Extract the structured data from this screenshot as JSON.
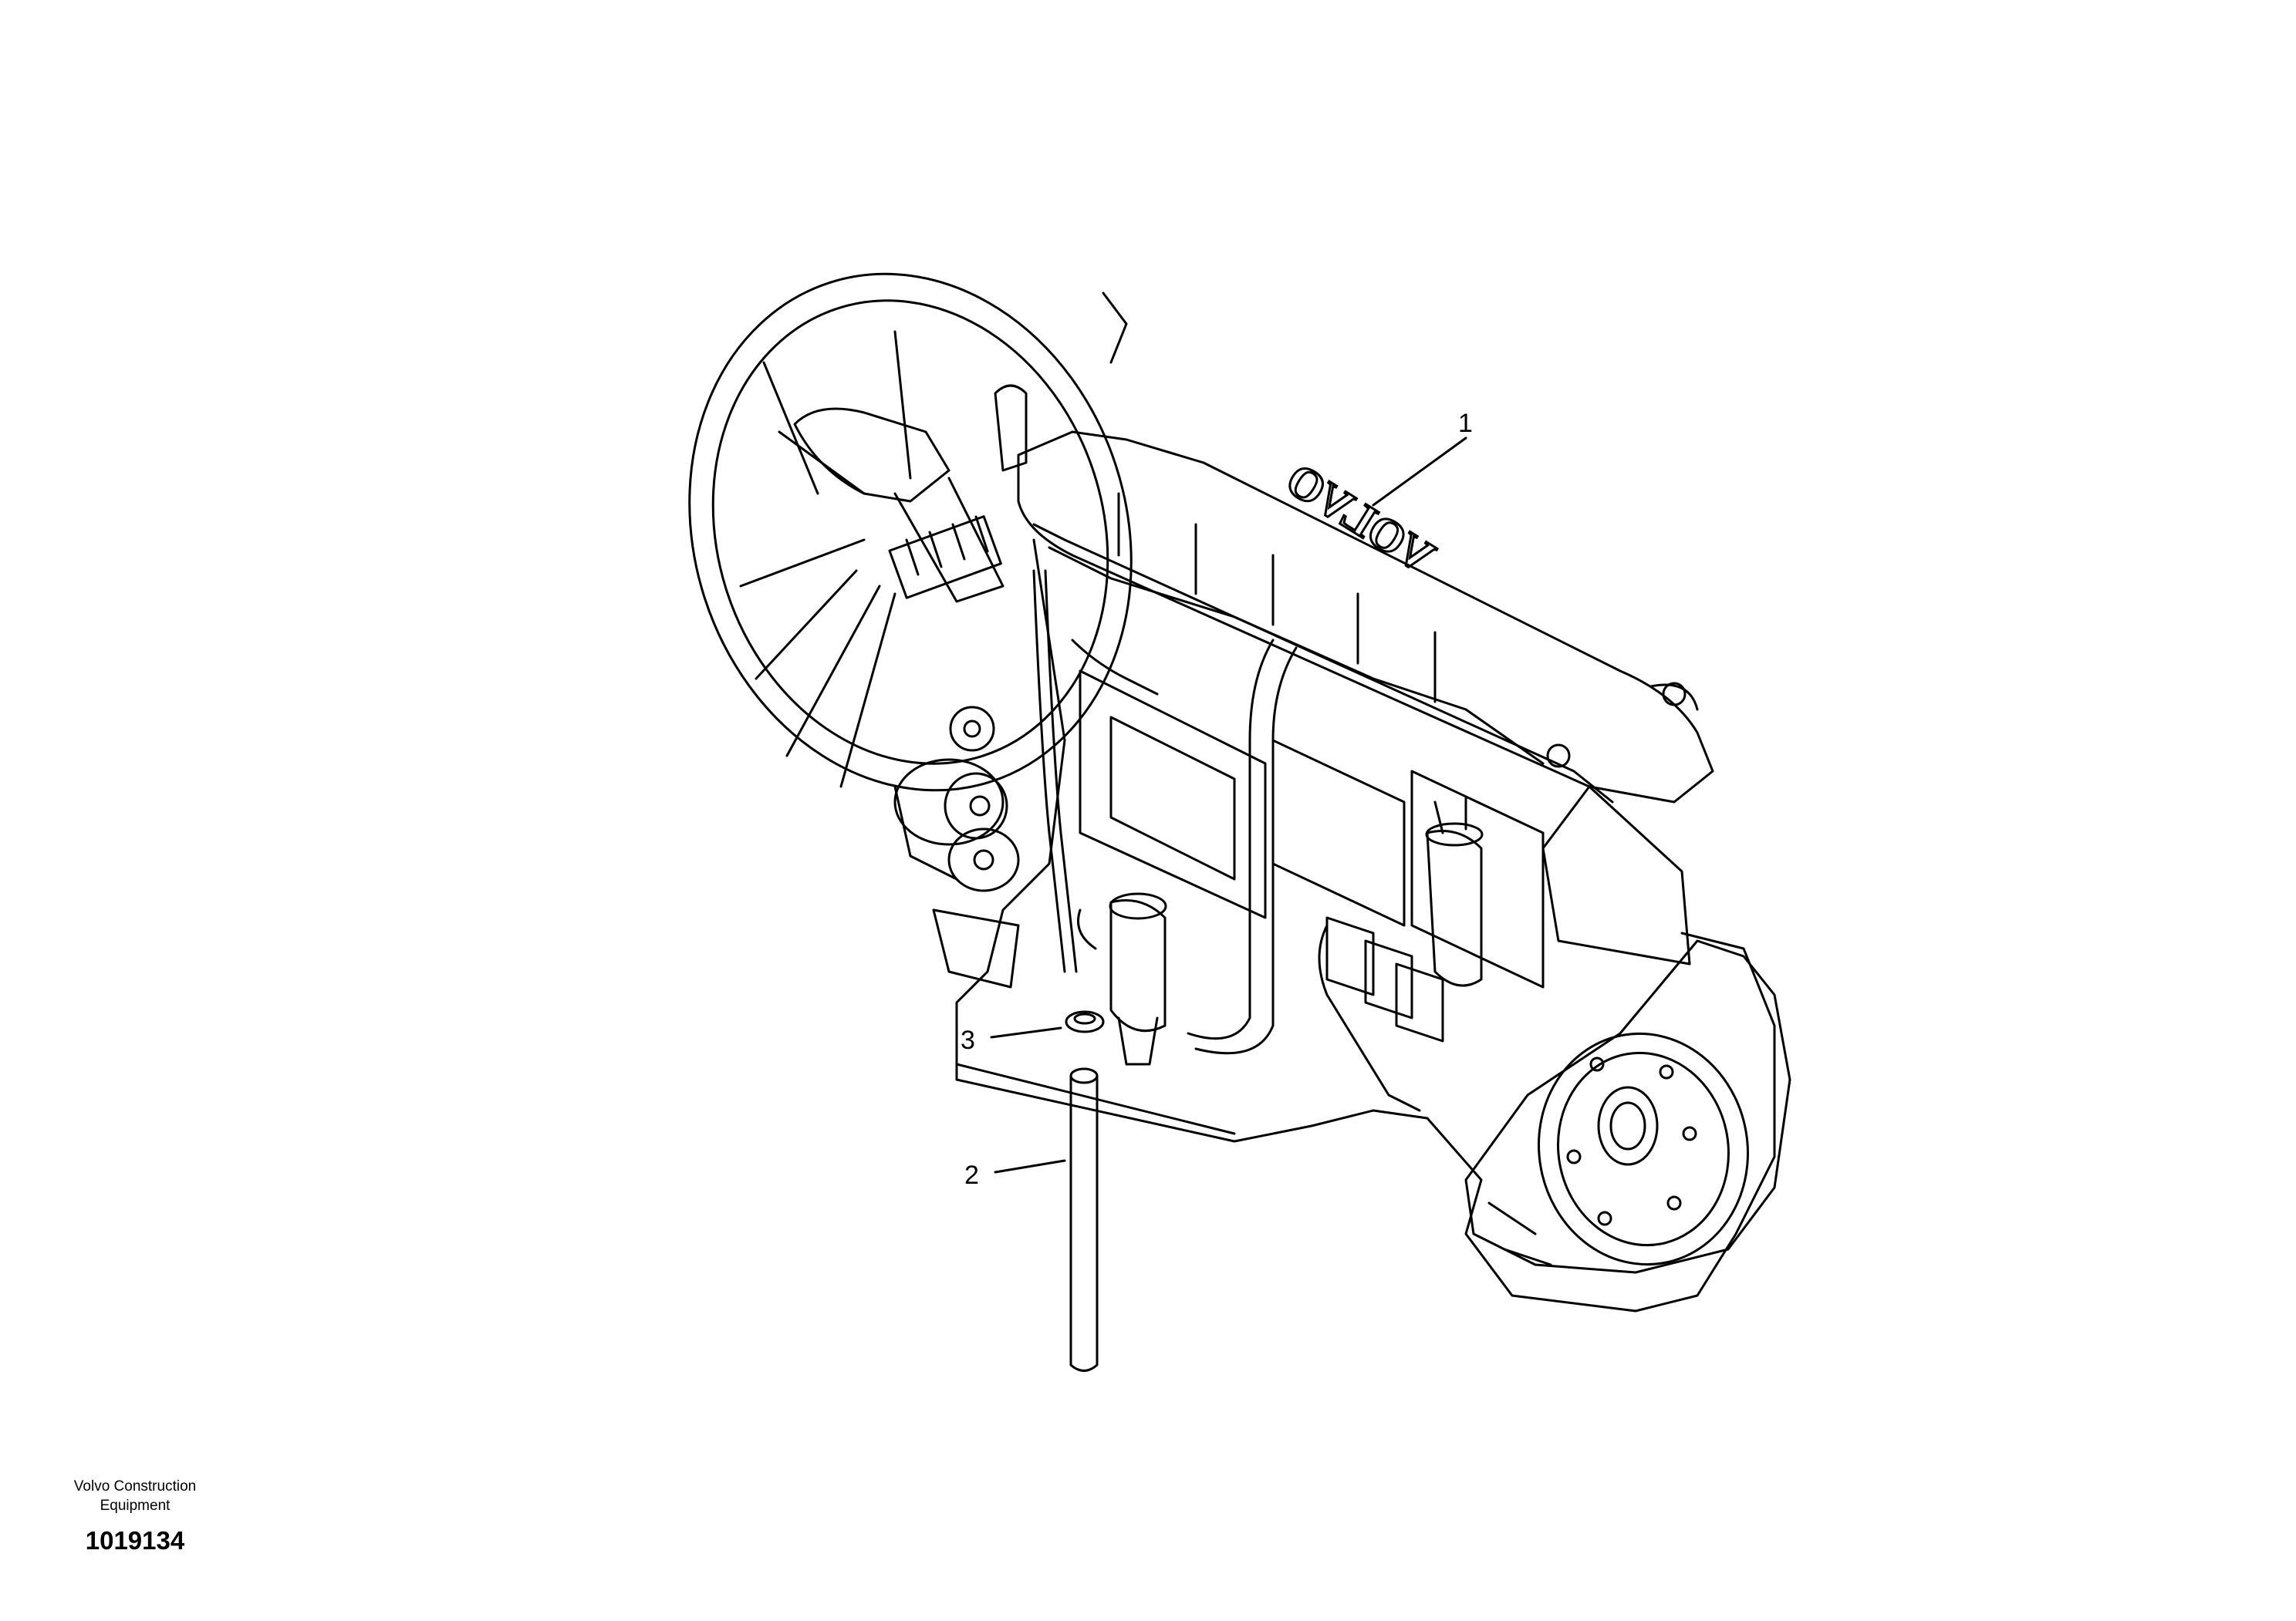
{
  "callouts": [
    {
      "id": "1",
      "label": "1"
    },
    {
      "id": "2",
      "label": "2"
    },
    {
      "id": "3",
      "label": "3"
    }
  ],
  "engine": {
    "brand_marking": "VOLVO"
  },
  "footer": {
    "maker_line1": "Volvo Construction",
    "maker_line2": "Equipment",
    "drawing_number": "1019134"
  }
}
